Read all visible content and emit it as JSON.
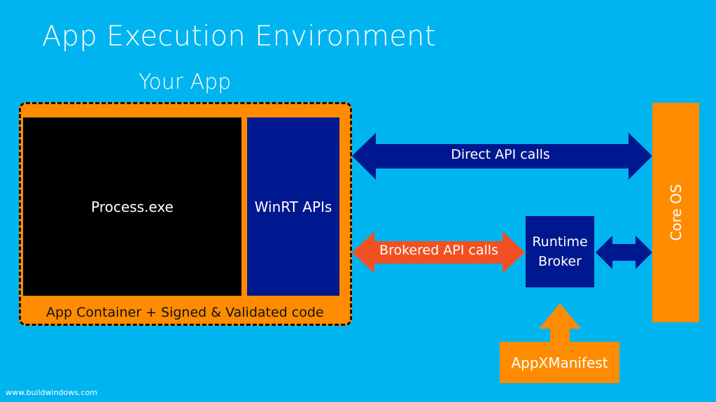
{
  "slide": {
    "title": "App Execution Environment",
    "subtitle": "Your App",
    "footer": "www.buildwindows.com"
  },
  "app_container": {
    "label": "App Container + Signed & Validated code",
    "process_label": "Process.exe",
    "winrt_label": "WinRT APIs"
  },
  "arrows": {
    "direct_label": "Direct API calls",
    "brokered_label": "Brokered API calls"
  },
  "runtime_broker": {
    "line1": "Runtime",
    "line2": "Broker"
  },
  "core_os": {
    "label": "Core OS"
  },
  "manifest": {
    "label": "AppXManifest"
  },
  "colors": {
    "background": "#00B4EF",
    "orange": "#FF8C00",
    "dark_blue": "#00188F",
    "red_orange": "#F25022",
    "black": "#000000"
  }
}
